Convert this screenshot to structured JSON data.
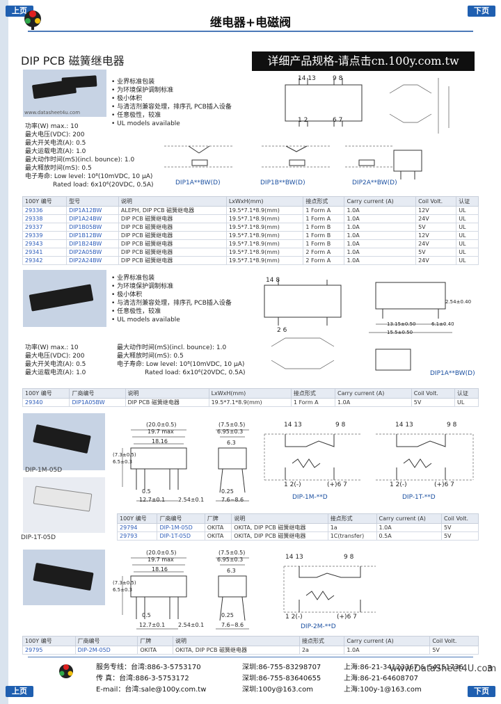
{
  "nav": {
    "prev": "上页",
    "next": "下页"
  },
  "header": {
    "title": "继电器+电磁阀"
  },
  "section1": {
    "title": "DIP PCB 磁簧继电器",
    "banner": "详细产品规格-请点击cn.100y.com.tw",
    "photo_watermark": "www.datasheet4u.com",
    "bullets": [
      "业界标准包装",
      "为环境保护调制标准",
      "极小体积",
      "与清洁剂兼容处理，排序孔 PCB插入设备",
      "任意极性，较准",
      "UL models available"
    ],
    "specs": [
      "功率(W) max.: 10",
      "最大电压(VDC): 200",
      "最大开关电流(A): 0.5",
      "最大运载电流(A): 1.0",
      "最大动作时间(mS)(incl. bounce): 1.0",
      "最大释放时间(mS): 0.5",
      "电子寿命: Low level: 10⁸(10mVDC, 10 μA)",
      "Rated load: 6x10⁶(20VDC, 0.5A)"
    ],
    "drawing": {
      "top_pins": "14 13",
      "top_pins_r": "9 8",
      "bottom_pins": "1 2",
      "bottom_pins_r": "6 7",
      "labels": [
        "DIP1A**BW(D)",
        "DIP1B**BW(D)",
        "DIP2A**BW(D)"
      ]
    },
    "table": {
      "headers": [
        "100Y 编号",
        "型号",
        "说明",
        "LxWxH(mm)",
        "接点形式",
        "Carry current (A)",
        "Coil Volt.",
        "认证"
      ],
      "rows": [
        [
          "29336",
          "DIP1A12BW",
          "ALEPH, DIP PCB 磁簧继电器",
          "19.5*7.1*8.9(mm)",
          "1 Form A",
          "1.0A",
          "12V",
          "UL"
        ],
        [
          "29338",
          "DIP1A24BW",
          "DIP PCB 磁簧继电器",
          "19.5*7.1*8.9(mm)",
          "1 Form A",
          "1.0A",
          "24V",
          "UL"
        ],
        [
          "29337",
          "DIP1B05BW",
          "DIP PCB 磁簧继电器",
          "19.5*7.1*8.9(mm)",
          "1 Form B",
          "1.0A",
          "5V",
          "UL"
        ],
        [
          "29339",
          "DIP1B12BW",
          "DIP PCB 磁簧继电器",
          "19.5*7.1*8.9(mm)",
          "1 Form B",
          "1.0A",
          "12V",
          "UL"
        ],
        [
          "29343",
          "DIP1B24BW",
          "DIP PCB 磁簧继电器",
          "19.5*7.1*8.9(mm)",
          "1 Form B",
          "1.0A",
          "24V",
          "UL"
        ],
        [
          "29341",
          "DIP2A05BW",
          "DIP PCB 磁簧继电器",
          "19.5*7.1*8.9(mm)",
          "2 Form A",
          "1.0A",
          "5V",
          "UL"
        ],
        [
          "29342",
          "DIP2A24BW",
          "DIP PCB 磁簧继电器",
          "19.5*7.1*8.9(mm)",
          "2 Form A",
          "1.0A",
          "24V",
          "UL"
        ]
      ]
    }
  },
  "section2": {
    "bullets": [
      "业界标准包装",
      "为环境保护调制标准",
      "极小体积",
      "与清洁剂兼容处理，排序孔 PCB插入设备",
      "任意极性，较准",
      "UL models available"
    ],
    "specs_left": [
      "功率(W) max.: 10",
      "最大电压(VDC): 200",
      "最大开关电流(A): 0.5",
      "最大运载电流(A): 1.0"
    ],
    "specs_right": [
      "最大动作时间(mS)(incl. bounce): 1.0",
      "最大释放时间(mS): 0.5",
      "电子寿命: Low level: 10⁸(10mVDC, 10 μA)",
      "Rated load: 6x10⁶(20VDC, 0.5A)"
    ],
    "drawing": {
      "pins_top": "14 8",
      "pins_bottom": "2 6",
      "dim_a": "13.15±0.50",
      "dim_b": "15.5±0.50",
      "dim_c": "2.54±0.40",
      "dim_d": "6.1±0.40",
      "label": "DIP1A**BW(D)"
    },
    "table": {
      "headers": [
        "100Y 编号",
        "厂商编号",
        "说明",
        "LxWxH(mm)",
        "接点形式",
        "Carry current (A)",
        "Coil Volt.",
        "认证"
      ],
      "rows": [
        [
          "29340",
          "DIP1A05BW",
          "DIP PCB 磁簧继电器",
          "19.5*7.1*8.9(mm)",
          "1 Form A",
          "1.0A",
          "5V",
          "UL"
        ]
      ]
    }
  },
  "section3": {
    "photo_labels": [
      "DIP-1M-05D",
      "DIP-1T-05D"
    ],
    "dims": {
      "w1": "(20.0±0.5)",
      "w2": "19.7 max",
      "w3": "18.16",
      "h1": "(7.5±0.5)",
      "h2": "6.95±0.3",
      "h3": "6.3",
      "side": "(7.3±0.5)",
      "side2": "6.5±0.3",
      "p1": "0.5",
      "p2": "12.7±0.1",
      "p3": "2.54±0.1",
      "p4": "0.25",
      "p5": "7.6~8.6"
    },
    "diagrams": [
      {
        "top": "14  13",
        "top_r": "9   8",
        "bottom": "1  2(-)",
        "bottom_r": "(+)6  7",
        "label": "DIP-1M-**D"
      },
      {
        "top": "14  13",
        "top_r": "9   8",
        "bottom": "1  2(-)",
        "bottom_r": "(+)6  7",
        "label": "DIP-1T-**D"
      }
    ],
    "table": {
      "headers": [
        "100Y 编号",
        "厂商编号",
        "厂牌",
        "说明",
        "接点形式",
        "Carry current (A)",
        "Coil Volt."
      ],
      "rows": [
        [
          "29794",
          "DIP-1M-05D",
          "OKITA",
          "OKITA, DIP PCB 磁簧继电器",
          "1a",
          "1.0A",
          "5V"
        ],
        [
          "29793",
          "DIP-1T-05D",
          "OKITA",
          "OKITA, DIP PCB 磁簧继电器",
          "1C(transfer)",
          "0.5A",
          "5V"
        ]
      ]
    }
  },
  "section4": {
    "dims": {
      "w1": "(20.0±0.5)",
      "w2": "19.7 max",
      "w3": "18.16",
      "h1": "(7.5±0.5)",
      "h2": "6.95±0.3",
      "h3": "6.3",
      "side": "(7.3±0.5)",
      "side2": "6.5±0.3",
      "p1": "0.5",
      "p2": "12.7±0.1",
      "p3": "2.54±0.1",
      "p4": "0.25",
      "p5": "7.6~8.6"
    },
    "diagram": {
      "top": "14  13",
      "top_r": "9   8",
      "bottom": "1  2(-)",
      "bottom_r": "(+)6  7",
      "label": "DIP-2M-**D"
    },
    "table": {
      "headers": [
        "100Y 编号",
        "厂商编号",
        "厂牌",
        "说明",
        "接点形式",
        "Carry current (A)",
        "Coil Volt."
      ],
      "rows": [
        [
          "29795",
          "DIP-2M-05D",
          "OKITA",
          "OKITA, DIP PCB 磁簧继电器",
          "2a",
          "1.0A",
          "5V"
        ]
      ]
    }
  },
  "footer": {
    "lines": [
      [
        "服务专线：台湾:886-3-5753170",
        "深圳:86-755-83298707",
        "上海:86-21-34123367 & 54151736"
      ],
      [
        "传      真：台湾:886-3-5753172",
        "深圳:86-755-83640655",
        "上海:86-21-64608707"
      ],
      [
        "E-mail：台湾:sale@100y.com.tw",
        "深圳:100y@163.com",
        "上海:100y-1@163.com"
      ]
    ],
    "watermark": "www.DataSheet4U.com",
    "page_number": "3"
  }
}
